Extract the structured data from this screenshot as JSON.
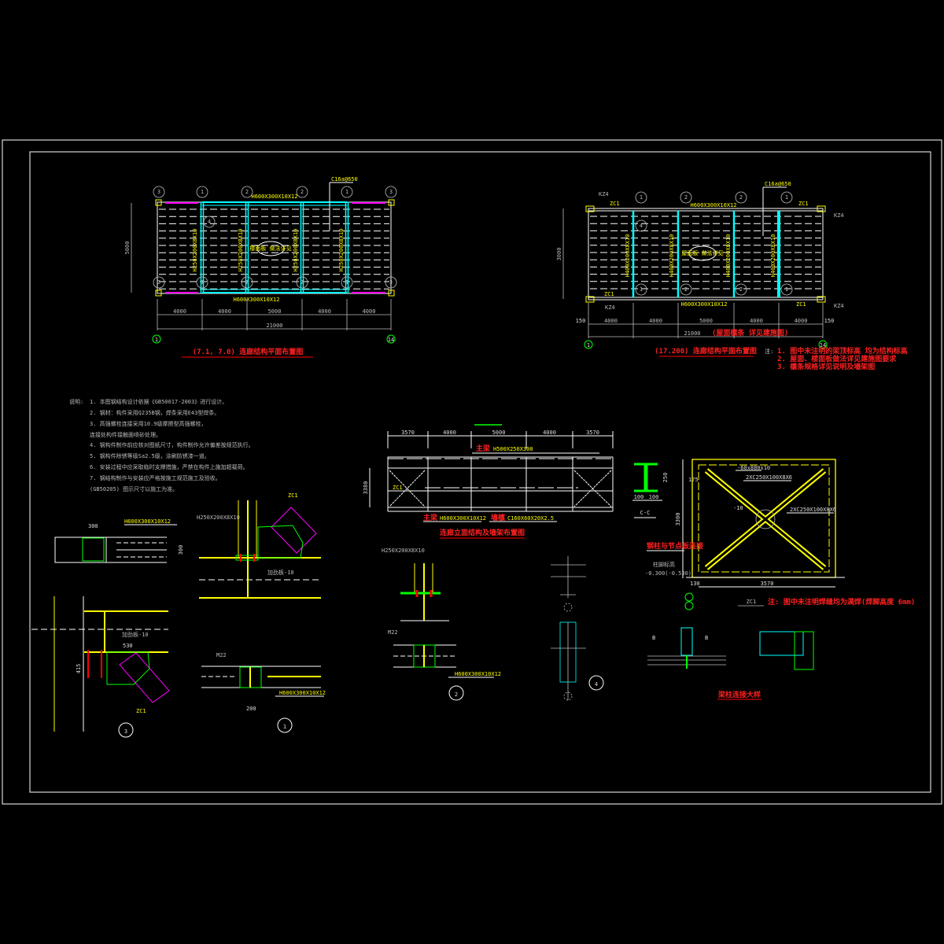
{
  "plan_left": {
    "title": "(7.1, 7.0) 连廊结构平面布置图",
    "top_beam": "H600X300X10X12",
    "bottom_beam": "H600X300X10X12",
    "purlin": "C16a@650",
    "column_beam": "H250X200X8X10",
    "span_dims": [
      "4000",
      "4000",
      "5000",
      "4000",
      "4000"
    ],
    "total_dim": "21000",
    "width_dim": "5000",
    "axis_top": [
      "3",
      "1",
      "2",
      "2",
      "1",
      "3"
    ],
    "axis_mid": "4",
    "axis_ends": [
      "1",
      "14"
    ],
    "center_note": "楼面板 做法详见"
  },
  "plan_right": {
    "title": "(17.200) 连廊结构平面布置图",
    "top_beam": "H600X300X10X12",
    "bottom_beam": "H600X300X10X12",
    "purlin": "C16a@650",
    "column_beam": "H400X200X8X10",
    "column_beam_alt": "H400X200X8X10",
    "span_dims": [
      "4000",
      "4000",
      "5000",
      "4000",
      "4000"
    ],
    "edge_dims": [
      "150",
      "150"
    ],
    "total_dim": "21000",
    "total_note": "(屋面檩条 详见建施图)",
    "width_dim": "3000",
    "kz": "KZ4",
    "zc": "ZC1",
    "axis_top": [
      "1",
      "2",
      "2",
      "1"
    ],
    "axis_mid": "4",
    "axis_ends": [
      "1",
      "14"
    ],
    "center_note": "屋面板 做法详见",
    "notes_label": "注:",
    "notes": [
      "1. 图中未注明的梁顶标高 均为结构标高",
      "2. 屋面、楼面板做法详见建施图要求",
      "3. 檩条规格详见说明及墙架图"
    ]
  },
  "general_notes": {
    "label": "说明:",
    "items": [
      "1. 本图钢结构设计依据《GB50017-2003》进行设计。",
      "2. 钢材：构件采用Q235B钢，焊条采用E43型焊条。",
      "3. 高强螺栓连接采用10.9级摩擦型高强螺栓，",
      "   连接处构件接触面喷砂处理。",
      "4. 钢构件制作前应核对图纸尺寸，构件制作允许偏差按规范执行。",
      "5. 钢构件除锈等级Sa2.5级，涂刷防锈漆一道。",
      "6. 安装过程中应采取临时支撑措施，严禁在构件上施加超载荷。",
      "7. 钢结构制作与安装应严格按施工规范施工及验收。",
      "   (GB50205) 图示尺寸以施工为准。"
    ]
  },
  "elevation": {
    "title": "连廊立面结构及墙架布置图",
    "dims": [
      "3570",
      "4000",
      "5000",
      "4000",
      "3570"
    ],
    "height_dim": "3380",
    "top_label_red": "主梁",
    "top_label": "H500X250X300",
    "bottom_label_red": "主梁",
    "bottom_label": "H600X300X10X12",
    "purlin_label_red": "墙檩",
    "purlin_label": "C160X60X20X2.5",
    "brace": "ZC1"
  },
  "zc1": {
    "label": "ZC1",
    "plate": "-60x880x10",
    "member_a": "2XC250X100X8X6",
    "member_b": "2XC250X100X8X6",
    "plate2": "-10",
    "height_dim": "3300",
    "width_dim": "3570",
    "dim_175": "175",
    "dim_130": "130",
    "dim_100": "100",
    "red_note": "钢柱与节点板连接",
    "gray_note": "柱脚标高",
    "gray_elev": "-0.300(-0.530)",
    "bottom_note": "注: 图中未注明焊缝均为满焊(焊脚高度 6mm)",
    "section_label": "C-C",
    "section_dims": [
      "100",
      "100",
      "250"
    ]
  },
  "details": {
    "beam_label": "H600X300X10X12",
    "col_label": "H250X200X8X10",
    "brace": "ZC1",
    "stiffener": "加劲板-10",
    "bolts": "M22",
    "dim_300": "300",
    "dim_200": "200",
    "dim_415": "415",
    "dim_530": "530",
    "marker_1": "1",
    "marker_2": "2",
    "marker_3": "3",
    "marker_4": "4",
    "b_label": "B",
    "connection_title": "梁柱连接大样"
  }
}
